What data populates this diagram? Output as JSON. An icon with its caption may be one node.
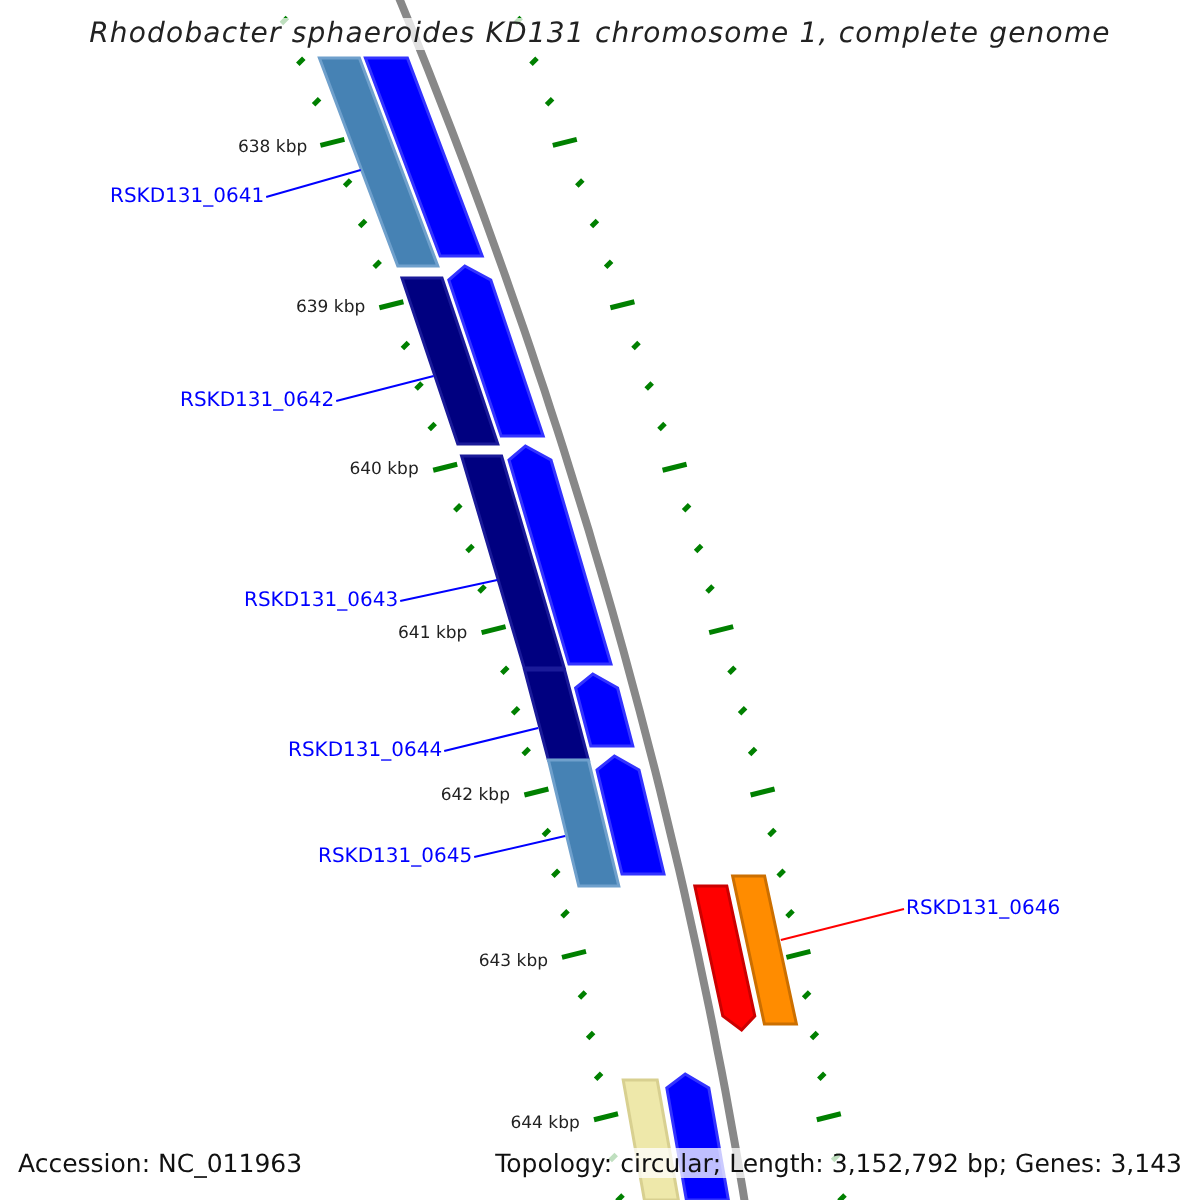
{
  "diagram": {
    "title": "Rhodobacter sphaeroides KD131 chromosome 1, complete genome",
    "nodes": [
      {
        "text": [
          "RSKD131_0641"
        ]
      },
      {
        "text": [],
        "shape": "bar"
      },
      {
        "text": [
          "RSKD131_0642"
        ]
      },
      {
        "text": [],
        "shape": "bar"
      },
      {
        "text": [
          "RSKD131_0643"
        ]
      },
      {
        "text": [],
        "shape": "bar"
      },
      {
        "text": [
          "RSKD131_0644"
        ]
      },
      {
        "text": [],
        "shape": "bar"
      },
      {
        "text": [
          "RSKD131_0645"
        ]
      },
      {
        "text": [],
        "shape": "bar"
      },
      {
        "text": [
          "RSKD131_0646"
        ]
      },
      {
        "text": [],
        "shape": "bar"
      },
      {
        "text": [],
        "shape": "bar"
      },
      {
        "text": [],
        "shape": "bar"
      },
      {
        "text": [],
        "shape": "bar"
      },
      {
        "text": [],
        "shape": "bar"
      },
      {
        "text": [],
        "shape": "bar"
      },
      {
        "text": [],
        "shape": "bar"
      },
      {
        "text": [],
        "shape": "bar"
      },
      {
        "text": [],
        "shape": "bar"
      }
    ],
    "edges": [
      {
        "from": 0,
        "to": 1,
        "arrow": "none"
      },
      {
        "from": 2,
        "to": 3,
        "arrow": "none"
      },
      {
        "from": 4,
        "to": 5,
        "arrow": "none"
      },
      {
        "from": 6,
        "to": 7,
        "arrow": "none"
      },
      {
        "from": 8,
        "to": 9,
        "arrow": "none"
      },
      {
        "from": 10,
        "to": 11,
        "arrow": "none",
        "color": "#ff0000"
      }
    ],
    "labels": [
      "638 kbp",
      "639 kbp",
      "640 kbp",
      "641 kbp",
      "642 kbp",
      "643 kbp",
      "644 kbp",
      "Accession: NC_011963",
      "Topology: circular; Length: 3,152,792 bp; Genes: 3,143"
    ]
  }
}
